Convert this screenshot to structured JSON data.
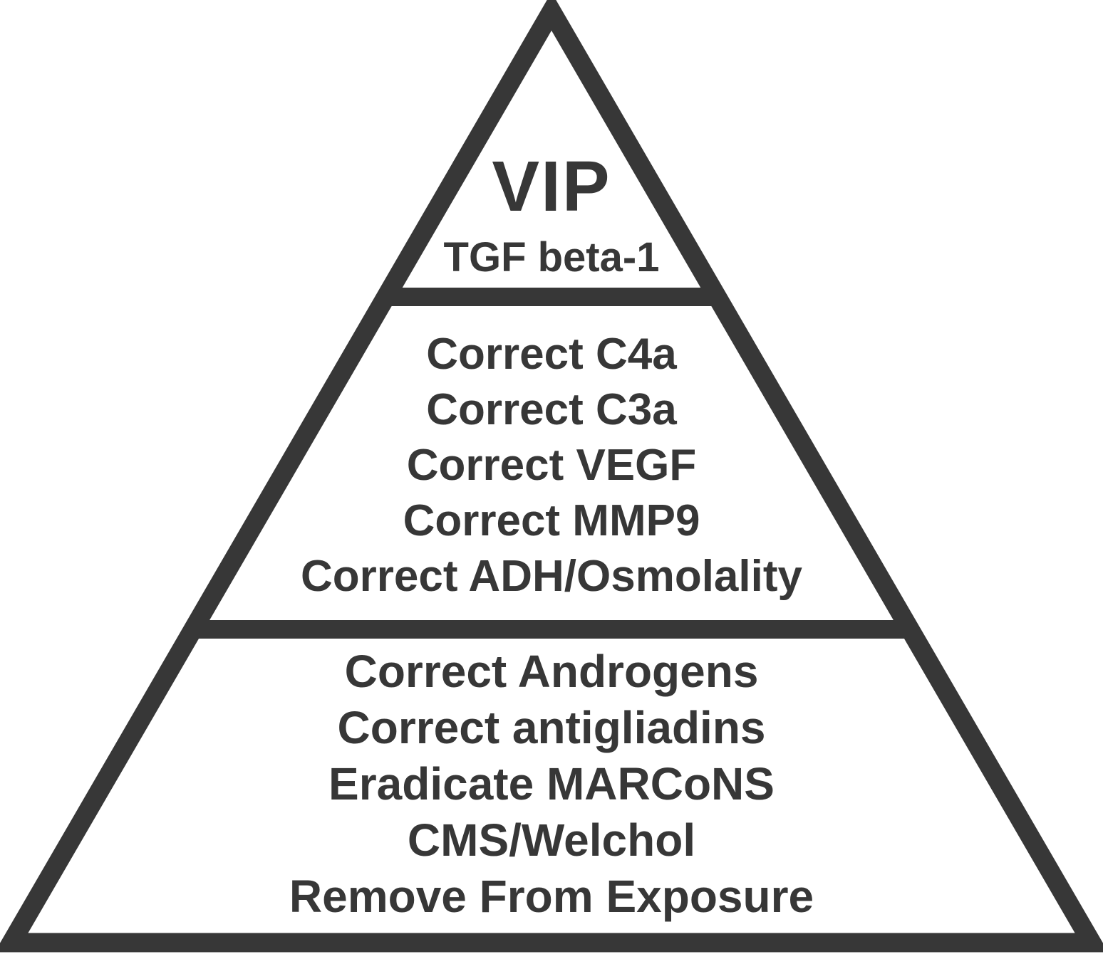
{
  "pyramid": {
    "tiers": [
      {
        "name": "top",
        "title": "VIP",
        "subtitle": "TGF beta-1"
      },
      {
        "name": "middle",
        "lines": [
          "Correct C4a",
          "Correct C3a",
          "Correct VEGF",
          "Correct MMP9",
          "Correct ADH/Osmolality"
        ]
      },
      {
        "name": "bottom",
        "lines": [
          "Correct Androgens",
          "Correct antigliadins",
          "Eradicate MARCoNS",
          "CMS/Welchol",
          "Remove From Exposure"
        ]
      }
    ]
  },
  "colors": {
    "stroke": "#373737",
    "text": "#373737",
    "background": "#ffffff"
  }
}
